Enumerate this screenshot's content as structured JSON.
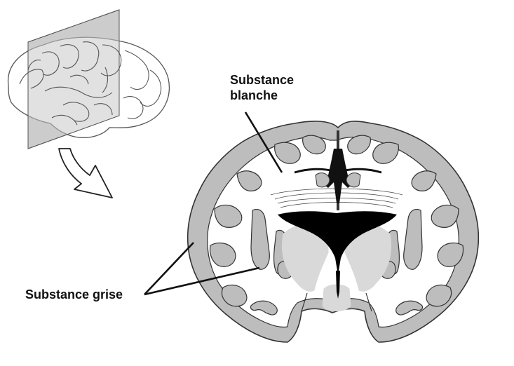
{
  "labels": {
    "white_matter_line1": "Substance",
    "white_matter_line2": "blanche",
    "gray_matter": "Substance grise"
  },
  "colors": {
    "gray_matter": "#bdbdbd",
    "deep_gray": "#d9d9d9",
    "ventricle": "#000000",
    "outline": "#333333",
    "plane": "#c8c8c8"
  },
  "icons": {
    "arrow": "hollow-curved-arrow"
  }
}
